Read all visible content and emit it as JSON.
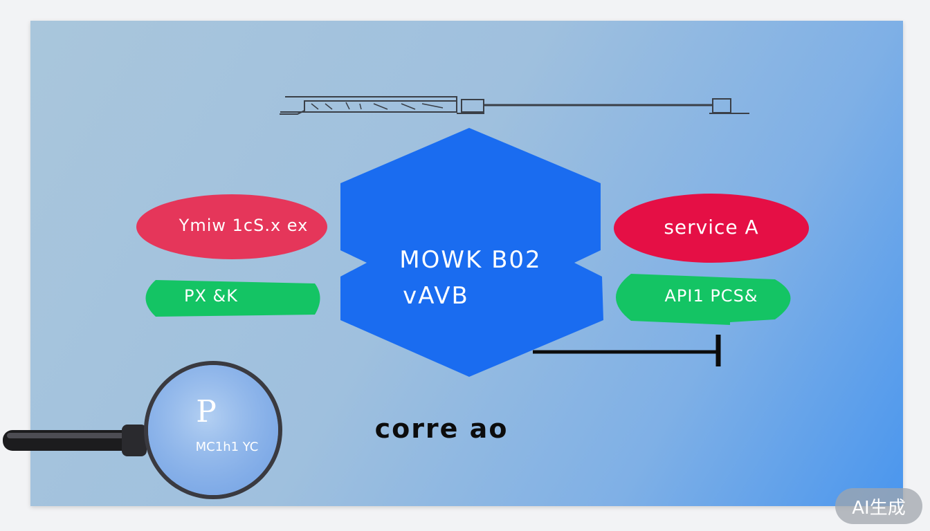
{
  "diagram": {
    "center_node": {
      "line1": "MOWK B02",
      "line2": "vAVB",
      "color": "#1a6cf0"
    },
    "left_nodes": [
      {
        "text": "Ymiw 1cS.x ex",
        "color": "#e5365a"
      },
      {
        "text": "PX &K",
        "color": "#14c464"
      }
    ],
    "right_nodes": [
      {
        "text": "service A",
        "color": "#e50f45"
      },
      {
        "text": "API1 PCS&",
        "color": "#14c464"
      }
    ],
    "caption": "corre ao"
  },
  "magnifier": {
    "letter": "P",
    "text": "MC1h1 YC"
  },
  "badge": {
    "text": "AI生成"
  }
}
